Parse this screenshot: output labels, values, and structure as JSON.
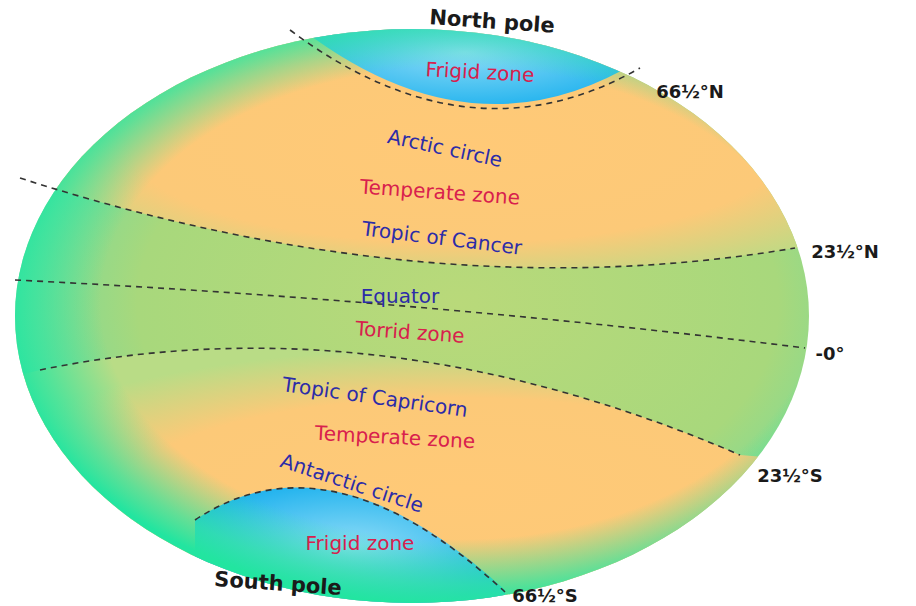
{
  "diagram": {
    "nodes": [
      {
        "text": [
          "Frigid zone"
        ]
      },
      {
        "text": [
          "Temperate zone"
        ]
      },
      {
        "text": [
          "Torrid zone"
        ]
      },
      {
        "text": [
          "Temperate zone"
        ]
      },
      {
        "text": [
          "Frigid zone"
        ]
      }
    ],
    "labels": [
      "North pole",
      "66½°N",
      "Arctic circle",
      "Tropic of Cancer",
      "23½°N",
      "Equator",
      "-0°",
      "Tropic of Capricorn",
      "23½°S",
      "Antarctic circle",
      "South pole",
      "66½°S"
    ]
  }
}
